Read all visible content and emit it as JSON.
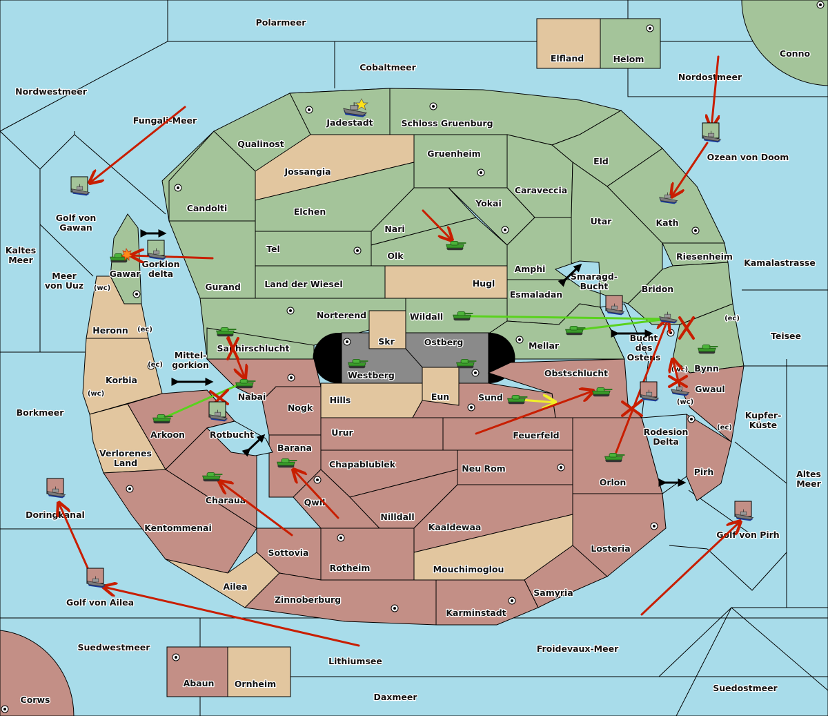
{
  "map": {
    "colors": {
      "sea": "#a8dcea",
      "green_power": "#a4c49a",
      "red_power": "#c38f86",
      "neutral": "#e2c69f",
      "impassable": "#8a8a8a",
      "move_order": "#c81e00",
      "support_order": "#5ad21e",
      "convoy_order": "#f0f028"
    },
    "seas": [
      {
        "id": "polarmeer",
        "label": "Polarmeer"
      },
      {
        "id": "cobaltmeer",
        "label": "Cobaltmeer"
      },
      {
        "id": "nordwestmeer",
        "label": "Nordwestmeer"
      },
      {
        "id": "fungali-meer",
        "label": "Fungali-Meer"
      },
      {
        "id": "nordostmeer",
        "label": "Nordostmeer"
      },
      {
        "id": "ozean-von-doom",
        "label": "Ozean von Doom"
      },
      {
        "id": "golf-von-gawan",
        "label": "Golf von\nGawan"
      },
      {
        "id": "kaltes-meer",
        "label": "Kaltes\nMeer"
      },
      {
        "id": "meer-von-uuz",
        "label": "Meer\nvon Uuz"
      },
      {
        "id": "gorkion-delta",
        "label": "Gorkion\ndelta"
      },
      {
        "id": "mittel-gorkion",
        "label": "Mittel-\ngorkion"
      },
      {
        "id": "rotbucht",
        "label": "Rotbucht"
      },
      {
        "id": "borkmeer",
        "label": "Borkmeer"
      },
      {
        "id": "doringkanal",
        "label": "Doringkanal"
      },
      {
        "id": "golf-von-ailea",
        "label": "Golf von Ailea"
      },
      {
        "id": "suedwestmeer",
        "label": "Suedwestmeer"
      },
      {
        "id": "lithiumsee",
        "label": "Lithiumsee"
      },
      {
        "id": "daxmeer",
        "label": "Daxmeer"
      },
      {
        "id": "froidevaux-meer",
        "label": "Froidevaux-Meer"
      },
      {
        "id": "suedostmeer",
        "label": "Suedostmeer"
      },
      {
        "id": "golf-von-pirh",
        "label": "Golf von Pirh"
      },
      {
        "id": "altes-meer",
        "label": "Altes\nMeer"
      },
      {
        "id": "kupfer-kueste",
        "label": "Kupfer-\nKüste"
      },
      {
        "id": "teisee",
        "label": "Teisee"
      },
      {
        "id": "kamalastrasse",
        "label": "Kamalastrasse"
      },
      {
        "id": "smaragd-bucht",
        "label": "Smaragd-\nBucht"
      },
      {
        "id": "bucht-des-ostens",
        "label": "Bucht\ndes\nOstens"
      },
      {
        "id": "rodesion-delta",
        "label": "Rodesion\nDelta"
      }
    ],
    "lands": [
      {
        "id": "elfland",
        "label": "Elfland",
        "owner": "neutral",
        "supply_center": false
      },
      {
        "id": "helom",
        "label": "Helom",
        "owner": "green",
        "supply_center": true
      },
      {
        "id": "conno",
        "label": "Conno",
        "owner": "green",
        "supply_center": true
      },
      {
        "id": "jadestadt",
        "label": "Jadestadt",
        "owner": "green",
        "supply_center": true
      },
      {
        "id": "schloss-gruenburg",
        "label": "Schloss Gruenburg",
        "owner": "green",
        "supply_center": true
      },
      {
        "id": "qualinost",
        "label": "Qualinost",
        "owner": "green",
        "supply_center": false
      },
      {
        "id": "jossangia",
        "label": "Jossangia",
        "owner": "neutral",
        "supply_center": false
      },
      {
        "id": "gruenheim",
        "label": "Gruenheim",
        "owner": "green",
        "supply_center": true
      },
      {
        "id": "eld",
        "label": "Eld",
        "owner": "green",
        "supply_center": false
      },
      {
        "id": "caraveccia",
        "label": "Caraveccia",
        "owner": "green",
        "supply_center": false
      },
      {
        "id": "candolti",
        "label": "Candolti",
        "owner": "green",
        "supply_center": true
      },
      {
        "id": "elchen",
        "label": "Elchen",
        "owner": "green",
        "supply_center": false
      },
      {
        "id": "yokai",
        "label": "Yokai",
        "owner": "green",
        "supply_center": true
      },
      {
        "id": "nari",
        "label": "Nari",
        "owner": "green",
        "supply_center": false
      },
      {
        "id": "utar",
        "label": "Utar",
        "owner": "green",
        "supply_center": false
      },
      {
        "id": "kath",
        "label": "Kath",
        "owner": "green",
        "supply_center": true
      },
      {
        "id": "tel",
        "label": "Tel",
        "owner": "green",
        "supply_center": true
      },
      {
        "id": "olk",
        "label": "Olk",
        "owner": "green",
        "supply_center": false
      },
      {
        "id": "riesenheim",
        "label": "Riesenheim",
        "owner": "green",
        "supply_center": false
      },
      {
        "id": "amphi",
        "label": "Amphi",
        "owner": "green",
        "supply_center": false
      },
      {
        "id": "gawar",
        "label": "Gawar",
        "owner": "green",
        "supply_center": true
      },
      {
        "id": "gurand",
        "label": "Gurand",
        "owner": "green",
        "supply_center": false
      },
      {
        "id": "land-der-wiesel",
        "label": "Land der Wiesel",
        "owner": "green",
        "supply_center": false
      },
      {
        "id": "hugl",
        "label": "Hugl",
        "owner": "neutral",
        "supply_center": false
      },
      {
        "id": "bridon",
        "label": "Bridon",
        "owner": "green",
        "supply_center": false
      },
      {
        "id": "esmaladan",
        "label": "Esmaladan",
        "owner": "green",
        "supply_center": false
      },
      {
        "id": "norterend",
        "label": "Norterend",
        "owner": "green",
        "supply_center": true
      },
      {
        "id": "wildall",
        "label": "Wildall",
        "owner": "green",
        "supply_center": false
      },
      {
        "id": "mellar",
        "label": "Mellar",
        "owner": "green",
        "supply_center": true
      },
      {
        "id": "bynn",
        "label": "Bynn",
        "owner": "green",
        "supply_center": true
      },
      {
        "id": "saphirschlucht",
        "label": "Saphirschlucht",
        "owner": "green",
        "supply_center": false
      },
      {
        "id": "heronn",
        "label": "Heronn",
        "owner": "neutral",
        "supply_center": false
      },
      {
        "id": "skr",
        "label": "Skr",
        "owner": "neutral",
        "supply_center": false
      },
      {
        "id": "ostberg",
        "label": "Ostberg",
        "owner": "impassable",
        "supply_center": true
      },
      {
        "id": "westberg",
        "label": "Westberg",
        "owner": "impassable",
        "supply_center": true
      },
      {
        "id": "korbia",
        "label": "Korbia",
        "owner": "neutral",
        "supply_center": false
      },
      {
        "id": "nabai",
        "label": "Nabai",
        "owner": "red",
        "supply_center": true
      },
      {
        "id": "obstschlucht",
        "label": "Obstschlucht",
        "owner": "red",
        "supply_center": false
      },
      {
        "id": "gwaul",
        "label": "Gwaul",
        "owner": "red",
        "supply_center": false
      },
      {
        "id": "hills",
        "label": "Hills",
        "owner": "neutral",
        "supply_center": false
      },
      {
        "id": "eun",
        "label": "Eun",
        "owner": "neutral",
        "supply_center": false
      },
      {
        "id": "sund",
        "label": "Sund",
        "owner": "red",
        "supply_center": true
      },
      {
        "id": "nogk",
        "label": "Nogk",
        "owner": "red",
        "supply_center": false
      },
      {
        "id": "arkoon",
        "label": "Arkoon",
        "owner": "red",
        "supply_center": true
      },
      {
        "id": "urur",
        "label": "Urur",
        "owner": "red",
        "supply_center": false
      },
      {
        "id": "feuerfeld",
        "label": "Feuerfeld",
        "owner": "red",
        "supply_center": false
      },
      {
        "id": "barana",
        "label": "Barana",
        "owner": "red",
        "supply_center": false
      },
      {
        "id": "verlorenes-land",
        "label": "Verlorenes\nLand",
        "owner": "neutral",
        "supply_center": false
      },
      {
        "id": "pirh",
        "label": "Pirh",
        "owner": "red",
        "supply_center": true
      },
      {
        "id": "chapablublek",
        "label": "Chapablublek",
        "owner": "red",
        "supply_center": false
      },
      {
        "id": "neu-rom",
        "label": "Neu Rom",
        "owner": "red",
        "supply_center": true
      },
      {
        "id": "orlon",
        "label": "Orlon",
        "owner": "red",
        "supply_center": false
      },
      {
        "id": "charaua",
        "label": "Charaua",
        "owner": "red",
        "supply_center": false
      },
      {
        "id": "qwil",
        "label": "Qwil",
        "owner": "red",
        "supply_center": true
      },
      {
        "id": "nilldall",
        "label": "Nilldall",
        "owner": "red",
        "supply_center": false
      },
      {
        "id": "kentommenai",
        "label": "Kentommenai",
        "owner": "red",
        "supply_center": true
      },
      {
        "id": "kaaldewaa",
        "label": "Kaaldewaa",
        "owner": "red",
        "supply_center": false
      },
      {
        "id": "losteria",
        "label": "Losteria",
        "owner": "red",
        "supply_center": true
      },
      {
        "id": "sottovia",
        "label": "Sottovia",
        "owner": "red",
        "supply_center": false
      },
      {
        "id": "rotheim",
        "label": "Rotheim",
        "owner": "red",
        "supply_center": true
      },
      {
        "id": "mouchimoglou",
        "label": "Mouchimoglou",
        "owner": "neutral",
        "supply_center": false
      },
      {
        "id": "ailea",
        "label": "Ailea",
        "owner": "neutral",
        "supply_center": false
      },
      {
        "id": "samyria",
        "label": "Samyria",
        "owner": "red",
        "supply_center": false
      },
      {
        "id": "zinnoberburg",
        "label": "Zinnoberburg",
        "owner": "red",
        "supply_center": true
      },
      {
        "id": "karminstadt",
        "label": "Karminstadt",
        "owner": "red",
        "supply_center": true
      },
      {
        "id": "abaun",
        "label": "Abaun",
        "owner": "red",
        "supply_center": true
      },
      {
        "id": "ornheim",
        "label": "Ornheim",
        "owner": "neutral",
        "supply_center": false
      },
      {
        "id": "corws",
        "label": "Corws",
        "owner": "red",
        "supply_center": true
      }
    ],
    "coast_markers": [
      {
        "label": "(wc)",
        "province": "gawar"
      },
      {
        "label": "(ec)",
        "province": "heronn"
      },
      {
        "label": "(ec)",
        "province": "korbia"
      },
      {
        "label": "(wc)",
        "province": "korbia"
      },
      {
        "label": "(ec)",
        "province": "bynn"
      },
      {
        "label": "(wc)",
        "province": "bynn"
      },
      {
        "label": "(wc)",
        "province": "gwaul"
      },
      {
        "label": "(ec)",
        "province": "gwaul"
      }
    ],
    "units": [
      {
        "type": "fleet",
        "power": "green",
        "province": "jadestadt",
        "note": "star"
      },
      {
        "type": "fleet",
        "power": "green",
        "province": "golf-von-gawan",
        "dislodged": true
      },
      {
        "type": "fleet",
        "power": "green",
        "province": "ozean-von-doom",
        "dislodged": true
      },
      {
        "type": "fleet",
        "power": "green",
        "province": "kath"
      },
      {
        "type": "fleet",
        "power": "green",
        "province": "gorkion-delta",
        "dislodged": true
      },
      {
        "type": "army",
        "power": "green",
        "province": "gawar",
        "note": "burst"
      },
      {
        "type": "army",
        "power": "green",
        "province": "olk"
      },
      {
        "type": "army",
        "power": "green",
        "province": "wildall"
      },
      {
        "type": "army",
        "power": "green",
        "province": "mellar"
      },
      {
        "type": "army",
        "power": "green",
        "province": "saphirschlucht"
      },
      {
        "type": "army",
        "power": "green",
        "province": "westberg"
      },
      {
        "type": "army",
        "power": "green",
        "province": "ostberg"
      },
      {
        "type": "fleet",
        "power": "green",
        "province": "bridon"
      },
      {
        "type": "army",
        "power": "green",
        "province": "bynn"
      },
      {
        "type": "fleet",
        "power": "red",
        "province": "smaragd-bucht",
        "dislodged": true
      },
      {
        "type": "army",
        "power": "red",
        "province": "nabai"
      },
      {
        "type": "army",
        "power": "red",
        "province": "arkoon"
      },
      {
        "type": "fleet",
        "power": "green",
        "province": "rotbucht",
        "dislodged": true
      },
      {
        "type": "army",
        "power": "red",
        "province": "sund"
      },
      {
        "type": "army",
        "power": "red",
        "province": "obstschlucht"
      },
      {
        "type": "fleet",
        "power": "red",
        "province": "bucht-des-ostens",
        "dislodged": true
      },
      {
        "type": "fleet",
        "power": "red",
        "province": "gwaul"
      },
      {
        "type": "army",
        "power": "red",
        "province": "orlon"
      },
      {
        "type": "army",
        "power": "red",
        "province": "barana"
      },
      {
        "type": "army",
        "power": "red",
        "province": "charaua"
      },
      {
        "type": "fleet",
        "power": "red",
        "province": "doringkanal",
        "dislodged": true
      },
      {
        "type": "fleet",
        "power": "red",
        "province": "golf-von-ailea",
        "dislodged": true
      },
      {
        "type": "fleet",
        "power": "red",
        "province": "golf-von-pirh",
        "dislodged": true
      }
    ],
    "connectors": [
      {
        "between": [
          "gawar",
          "gorkion-delta"
        ],
        "icon": "double-arrow-icon"
      },
      {
        "between": [
          "mittel-gorkion",
          "korbia"
        ],
        "icon": "double-arrow-icon"
      },
      {
        "between": [
          "rotbucht",
          "barana"
        ],
        "icon": "double-arrow-icon"
      },
      {
        "between": [
          "smaragd-bucht",
          "esmaladan"
        ],
        "icon": "double-arrow-icon"
      },
      {
        "between": [
          "bucht-des-ostens",
          "mellar"
        ],
        "icon": "double-arrow-icon"
      },
      {
        "between": [
          "rodesion-delta",
          "pirh"
        ],
        "icon": "double-arrow-icon"
      }
    ],
    "orders": [
      {
        "kind": "move",
        "from": "fungali-meer",
        "to": "golf-von-gawan"
      },
      {
        "kind": "move",
        "from": "nordostmeer",
        "to": "ozean-von-doom"
      },
      {
        "kind": "move",
        "from": "ozean-von-doom",
        "to": "kath"
      },
      {
        "kind": "move",
        "from": "gurand",
        "to": "gawar"
      },
      {
        "kind": "move",
        "from": "nari",
        "to": "olk"
      },
      {
        "kind": "support",
        "from": "wildall",
        "to": "bridon"
      },
      {
        "kind": "support",
        "from": "arkoon",
        "to": "nabai"
      },
      {
        "kind": "move",
        "from": "saphirschlucht",
        "to": "nabai",
        "failed": true
      },
      {
        "kind": "convoy",
        "from": "sund",
        "to": "obstschlucht"
      },
      {
        "kind": "move",
        "from": "feuerfeld",
        "to": "obstschlucht"
      },
      {
        "kind": "move",
        "from": "orlon",
        "to": "bridon",
        "failed": true
      },
      {
        "kind": "move",
        "from": "gwaul",
        "to": "bynn",
        "failed": true
      },
      {
        "kind": "move",
        "from": "sottovia",
        "to": "charaua"
      },
      {
        "kind": "move",
        "from": "qwil",
        "to": "barana"
      },
      {
        "kind": "move",
        "from": "golf-von-ailea",
        "to": "doringkanal"
      },
      {
        "kind": "move",
        "from": "lithiumsee",
        "to": "golf-von-ailea"
      },
      {
        "kind": "move",
        "from": "froidevaux-meer",
        "to": "golf-von-pirh"
      }
    ]
  }
}
